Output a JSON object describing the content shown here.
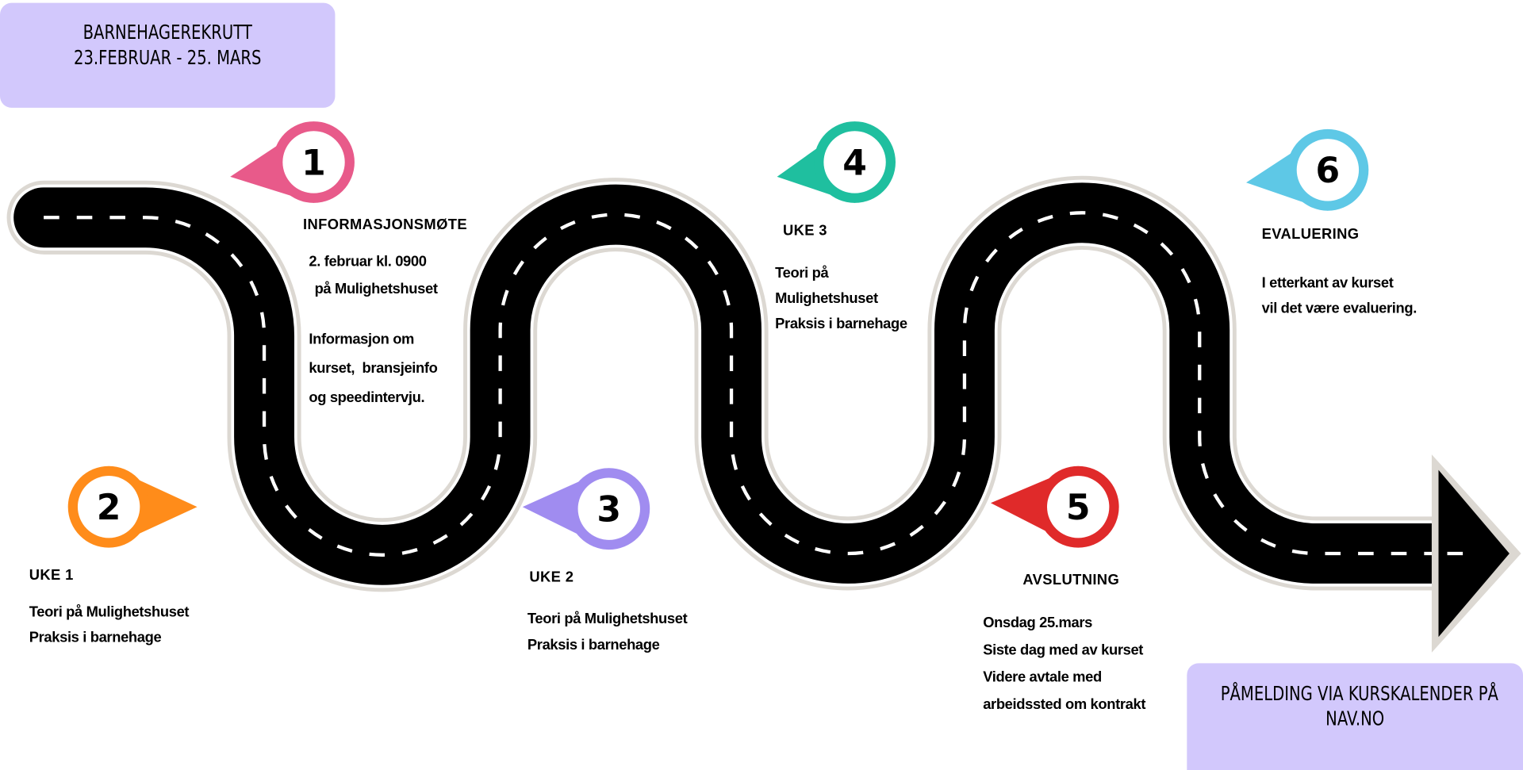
{
  "header": {
    "title": "BARNEHAGEREKRUTT",
    "dates": "23.FEBRUAR - 25. MARS"
  },
  "footer": {
    "line1": "PÅMELDING VIA KURSKALENDER PÅ",
    "line2": "NAV.NO"
  },
  "colors": {
    "pin1": "#e85a8a",
    "pin2": "#ff8c1a",
    "pin3": "#a08cf0",
    "pin4": "#1fbf9f",
    "pin5": "#e02a2a",
    "pin6": "#5ec8e6",
    "box": "#d2c8fc"
  },
  "steps": [
    {
      "number": "1",
      "heading": "INFORMASJONSMØTE",
      "lines": [
        "2. februar kl. 0900",
        " på Mulighetshuset",
        "Informasjon om",
        "kurset,  bransjeinfo",
        "og speedintervju."
      ]
    },
    {
      "number": "2",
      "heading": "UKE 1",
      "lines": [
        "Teori på Mulighetshuset",
        "Praksis i barnehage"
      ]
    },
    {
      "number": "3",
      "heading": "UKE 2",
      "lines": [
        "Teori på Mulighetshuset",
        "Praksis i barnehage"
      ]
    },
    {
      "number": "4",
      "heading": "UKE 3",
      "lines": [
        "Teori på",
        "Mulighetshuset",
        "Praksis i barnehage"
      ]
    },
    {
      "number": "5",
      "heading": "AVSLUTNING",
      "lines": [
        "Onsdag 25.mars",
        "Siste dag med av kurset",
        "Videre avtale med",
        "arbeidssted om kontrakt"
      ]
    },
    {
      "number": "6",
      "heading": "EVALUERING",
      "lines": [
        "I etterkant av kurset",
        "vil det være evaluering."
      ]
    }
  ]
}
